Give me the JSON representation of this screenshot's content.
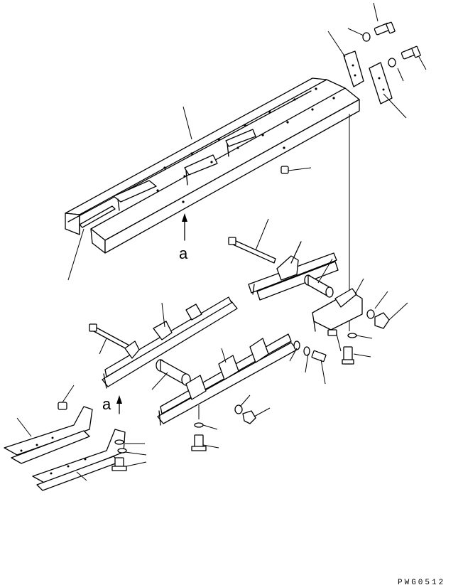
{
  "diagram": {
    "view_letter_top": "a",
    "view_letter_bottom": "a",
    "drawing_code": "PWG0512"
  }
}
